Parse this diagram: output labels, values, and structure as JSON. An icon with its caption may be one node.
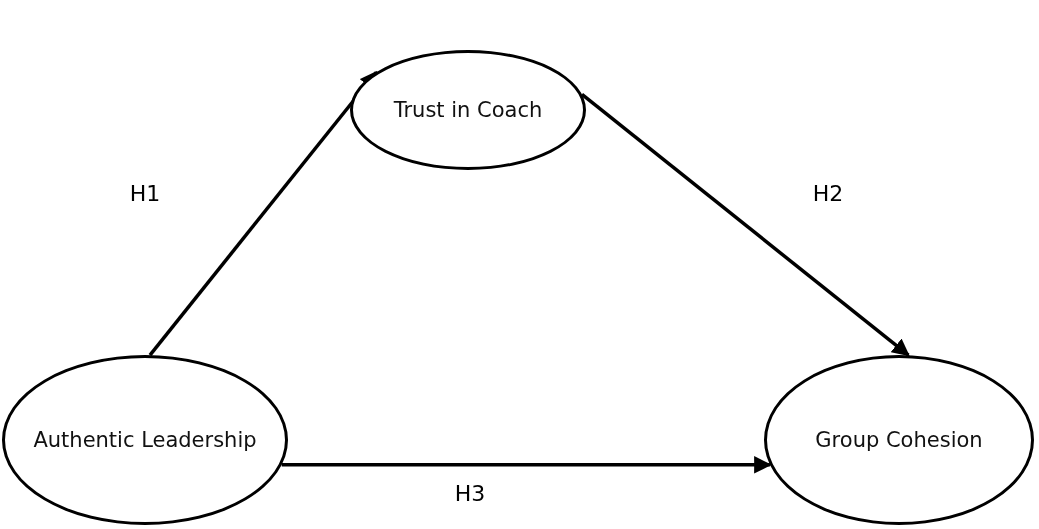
{
  "diagram": {
    "nodes": [
      {
        "text": [
          "Authentic Leadership"
        ]
      },
      {
        "text": [
          "Trust in Coach"
        ]
      },
      {
        "text": [
          "Group Cohesion"
        ]
      }
    ],
    "edges": [
      {
        "from": 0,
        "to": 1,
        "arrow": "to",
        "label": "H1"
      },
      {
        "from": 1,
        "to": 2,
        "arrow": "to",
        "label": "H2"
      },
      {
        "from": 0,
        "to": 2,
        "arrow": "to",
        "label": "H3"
      }
    ]
  }
}
